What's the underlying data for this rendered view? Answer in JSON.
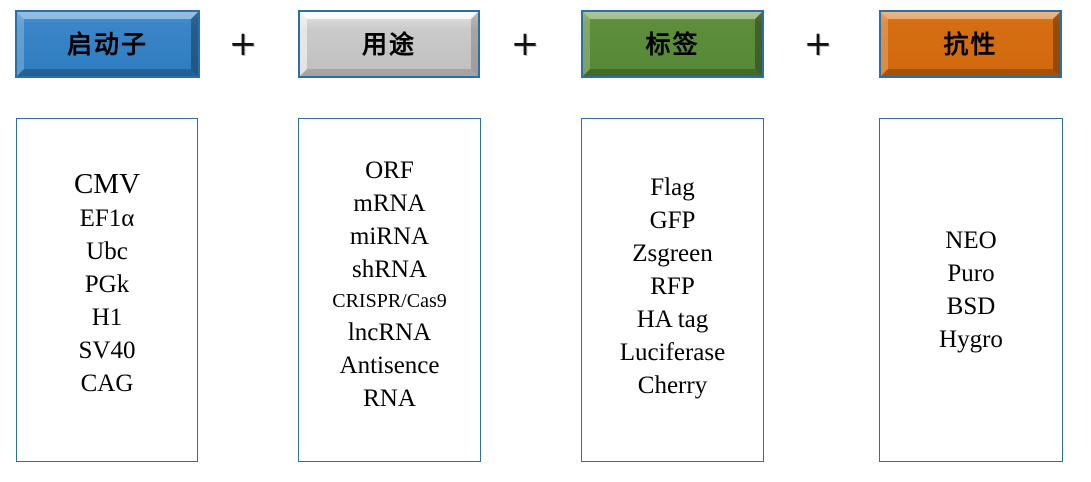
{
  "header": {
    "categories": [
      {
        "label": "启动子",
        "color": "#2E7CC0",
        "name": "promoter"
      },
      {
        "label": "用途",
        "color": "#BFBFBF",
        "name": "usage"
      },
      {
        "label": "标签",
        "color": "#558936",
        "name": "tag"
      },
      {
        "label": "抗性",
        "color": "#D2690E",
        "name": "resistance"
      }
    ],
    "separators": [
      "+",
      "+",
      "+"
    ]
  },
  "columns": {
    "promoter": {
      "items": [
        "CMV",
        "EF1α",
        "Ubc",
        "PGk",
        "H1",
        "SV40",
        "CAG"
      ]
    },
    "usage": {
      "items": [
        "ORF",
        "mRNA",
        "miRNA",
        "shRNA",
        "CRISPR/Cas9",
        "lncRNA",
        "Antisence",
        "RNA"
      ]
    },
    "tag": {
      "items": [
        "Flag",
        "GFP",
        "Zsgreen",
        "RFP",
        "HA tag",
        "Luciferase",
        "Cherry"
      ]
    },
    "resistance": {
      "items": [
        "NEO",
        "Puro",
        "BSD",
        "Hygro"
      ]
    }
  },
  "style": {
    "box_border_color": "#2A6FAA",
    "text_color": "#000000",
    "background": "#ffffff"
  }
}
